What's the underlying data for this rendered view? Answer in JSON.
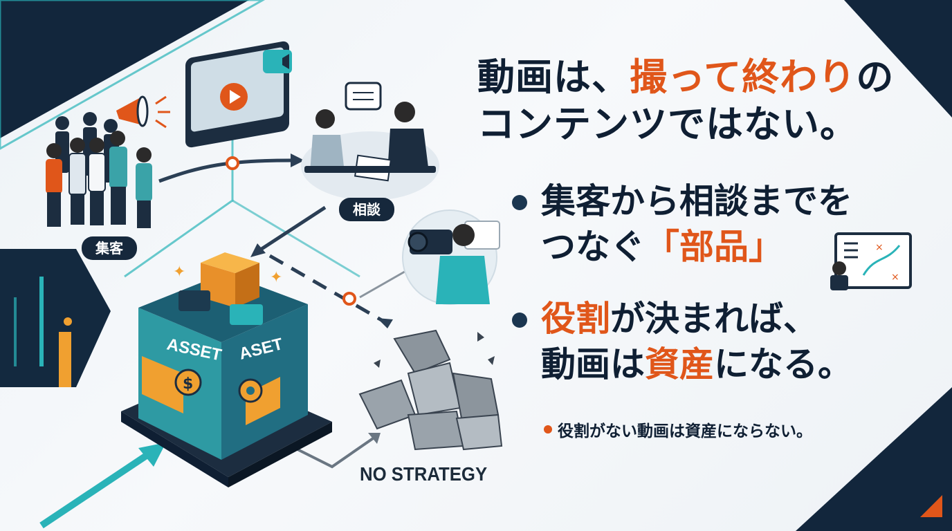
{
  "headline": {
    "line1_a": "動画は、",
    "line1_b": "撮って終わり",
    "line1_c": "の",
    "line2": "コンテンツではない。"
  },
  "bullet1": {
    "line1": "集客から相談までを",
    "line2_a": "つなぐ",
    "line2_b": "「部品」"
  },
  "bullet2": {
    "line1_a": "役割",
    "line1_b": "が決まれば、",
    "line2_a": "動画は",
    "line2_b": "資産",
    "line2_c": "になる。"
  },
  "note": "役割がない動画は資産にならない。",
  "labels": {
    "attract": "集客",
    "consult": "相談",
    "asset_left": "ASSET",
    "asset_right": "ASET",
    "no_strategy": "NO STRATEGY"
  },
  "colors": {
    "accent": "#e0561a",
    "navy": "#0f1f33",
    "teal": "#2ab3b8",
    "block_orange": "#f0a030"
  }
}
